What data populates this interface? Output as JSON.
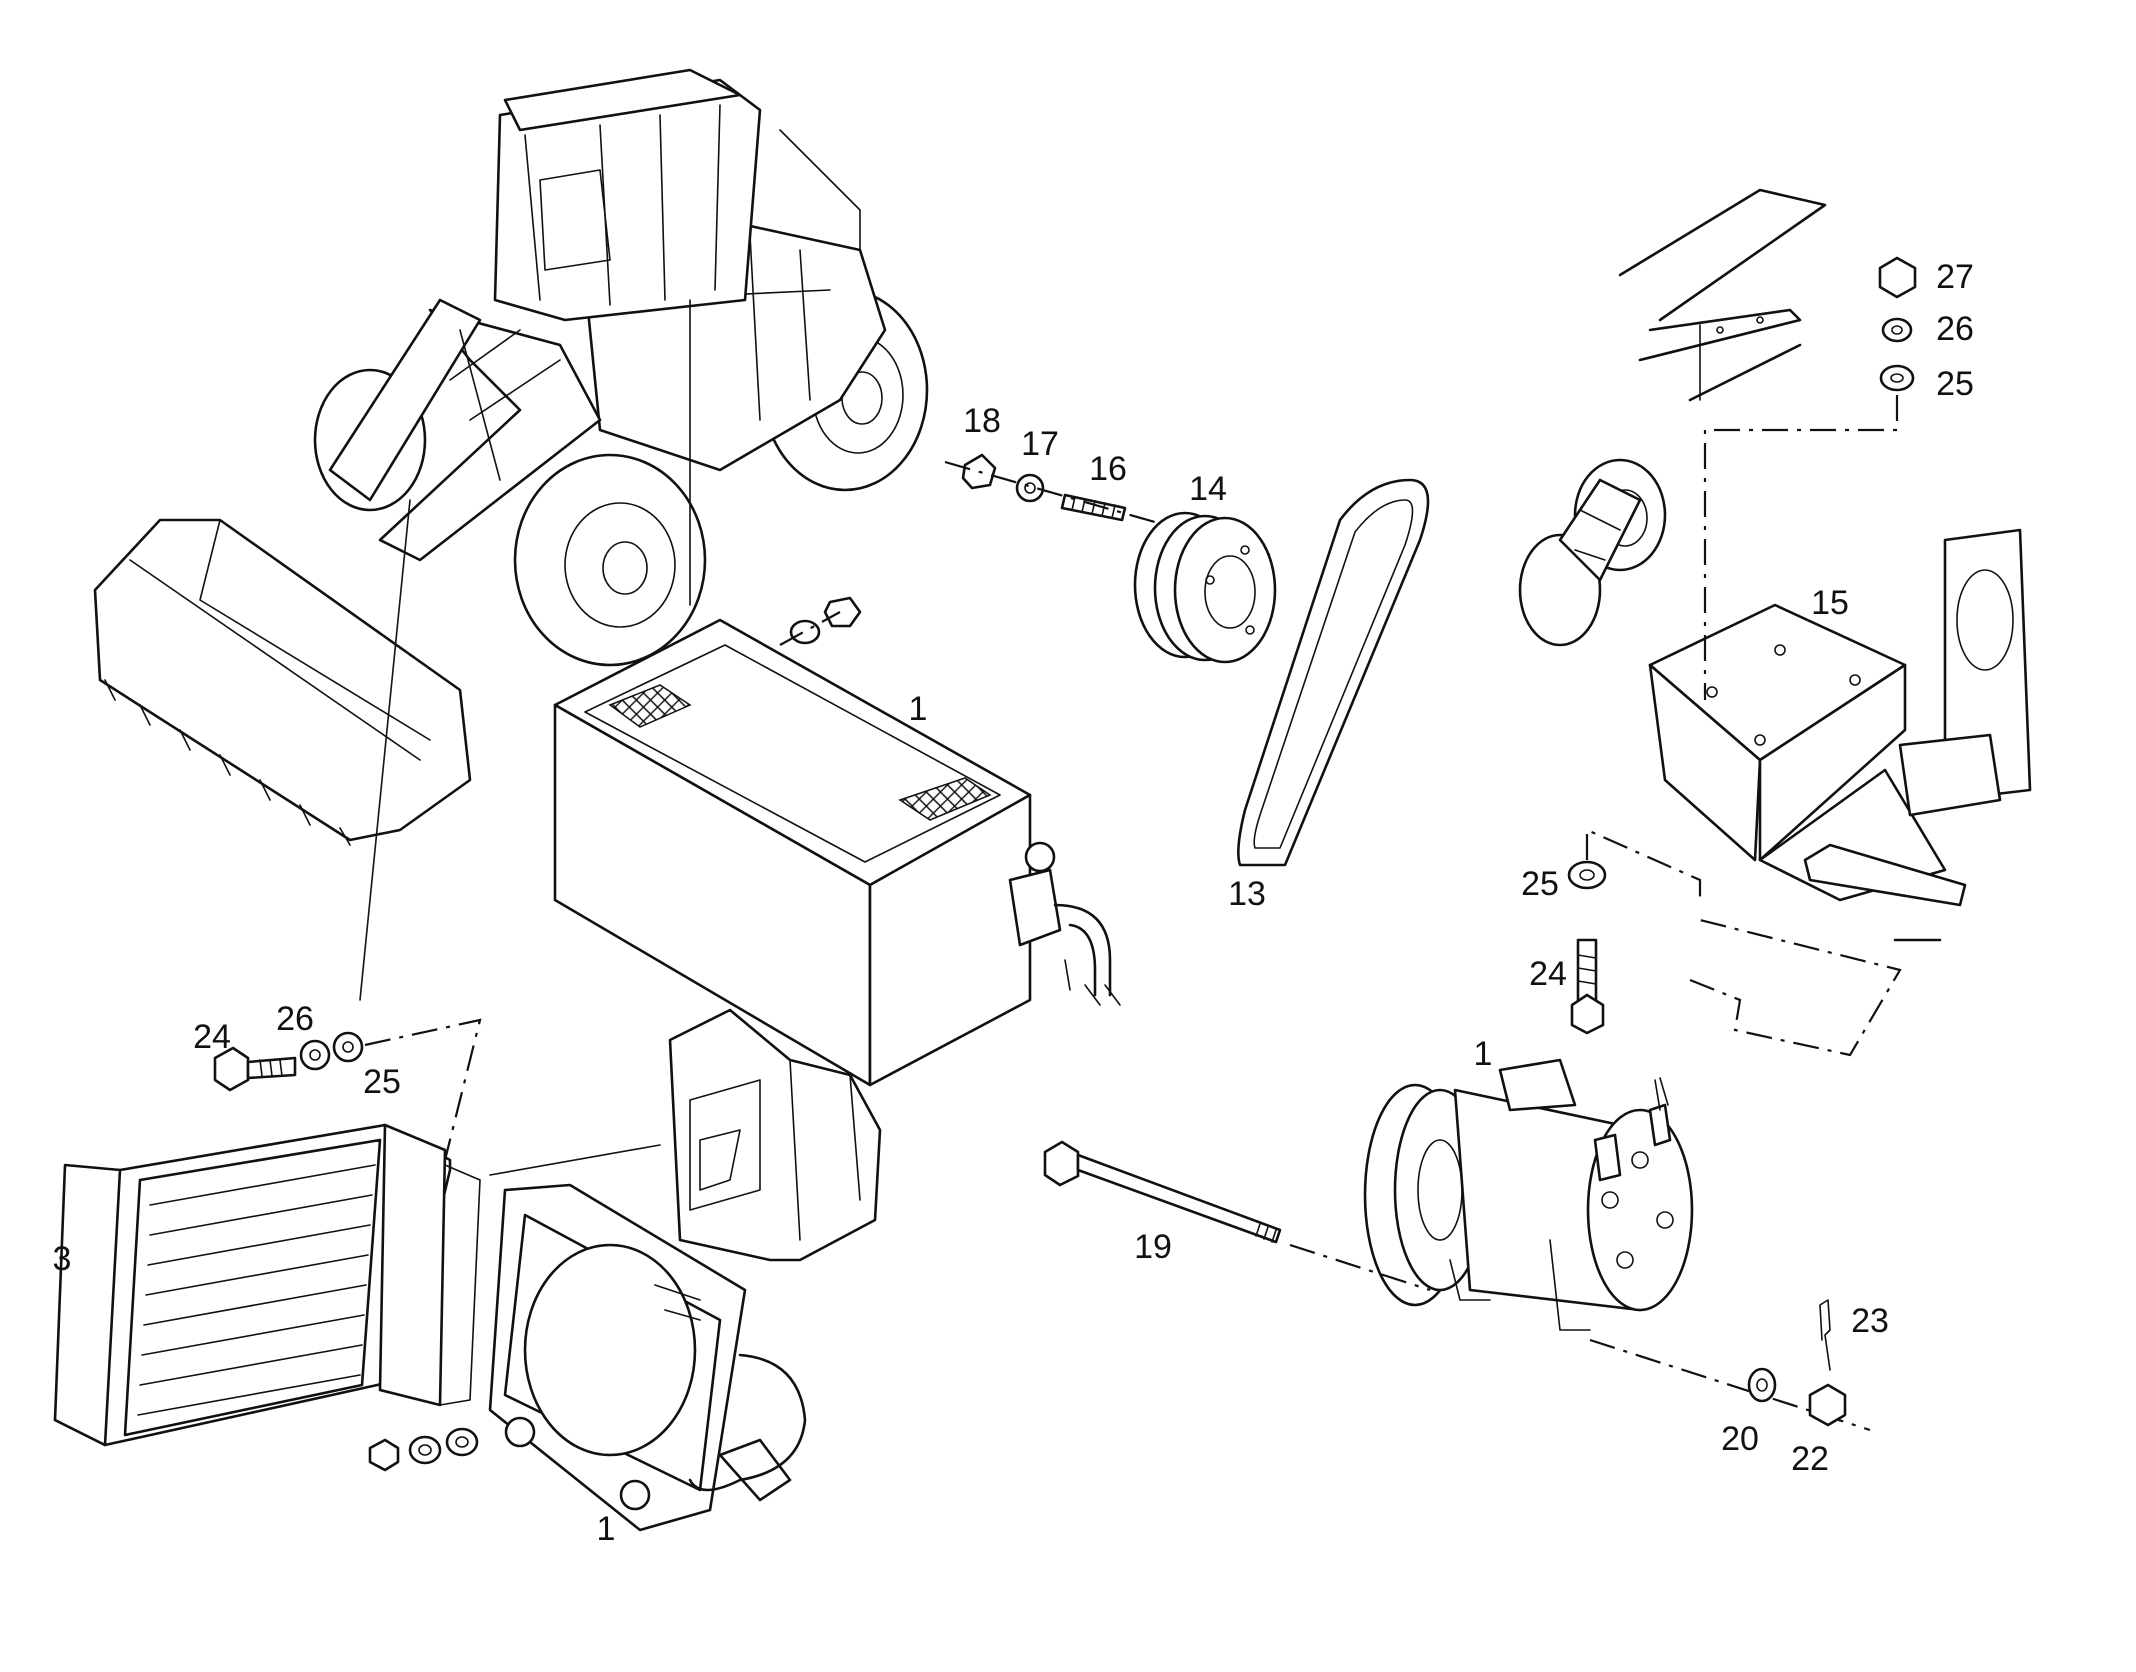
{
  "callouts": {
    "n1a": "1",
    "n1b": "1",
    "n1c": "1",
    "n3": "3",
    "n13": "13",
    "n14": "14",
    "n15": "15",
    "n16": "16",
    "n17": "17",
    "n18": "18",
    "n19": "19",
    "n20": "20",
    "n22": "22",
    "n23": "23",
    "n24a": "24",
    "n24b": "24",
    "n25a": "25",
    "n25b": "25",
    "n25c": "25",
    "n26a": "26",
    "n26b": "26",
    "n27": "27"
  },
  "colors": {
    "line": "#111111",
    "background": "#ffffff"
  }
}
